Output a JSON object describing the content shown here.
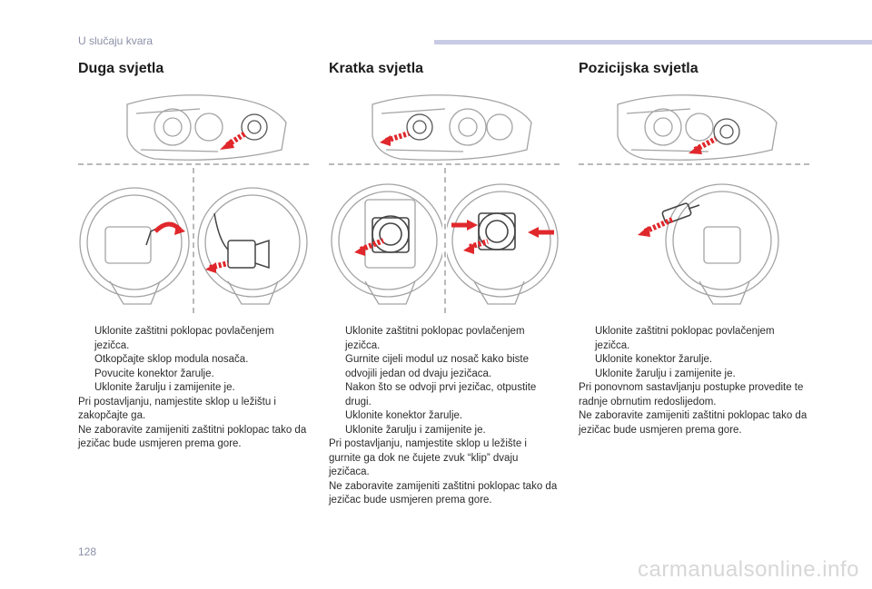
{
  "header": {
    "section": "U slučaju kvara"
  },
  "columns": [
    {
      "title": "Duga svjetla",
      "bullets": [
        "Uklonite zaštitni poklopac povlačenjem jezičca.",
        "Otkopčajte sklop modula nosača.",
        "Povucite konektor žarulje.",
        "Uklonite žarulju i zamijenite je."
      ],
      "paragraphs": [
        "Pri postavljanju, namjestite sklop u ležištu i zakopčajte ga.",
        "Ne zaboravite zamijeniti zaštitni poklopac tako da jezičac bude usmjeren prema gore."
      ]
    },
    {
      "title": "Kratka svjetla",
      "bullets": [
        "Uklonite zaštitni poklopac povlačenjem jezičca.",
        "Gurnite cijeli modul uz nosač kako biste odvojili jedan od dvaju jezičaca.",
        "Nakon što se odvoji prvi jezičac, otpustite drugi.",
        "Uklonite konektor žarulje.",
        "Uklonite žarulju i zamijenite je."
      ],
      "paragraphs": [
        "Pri postavljanju, namjestite sklop u ležište i gurnite ga dok ne čujete zvuk “klip” dvaju jezičaca.",
        "Ne zaboravite zamijeniti zaštitni poklopac tako da jezičac bude usmjeren prema gore."
      ]
    },
    {
      "title": "Pozicijska svjetla",
      "bullets": [
        "Uklonite zaštitni poklopac povlačenjem jezičca.",
        "Uklonite konektor žarulje.",
        "Uklonite žarulju i zamijenite je."
      ],
      "paragraphs": [
        "Pri ponovnom sastavljanju postupke provedite te radnje obrnutim redoslijedom.",
        "Ne zaboravite zamijeniti zaštitni poklopac tako da jezičac bude usmjeren prema gore."
      ]
    }
  ],
  "bullet_glyph": "",
  "footer": {
    "page_number": "128",
    "watermark": "carmanualsonline.info"
  },
  "colors": {
    "accent_bar": "#c8cbe3",
    "arrow_red": "#e0282c",
    "drawing_gray": "#9a9a9a"
  }
}
